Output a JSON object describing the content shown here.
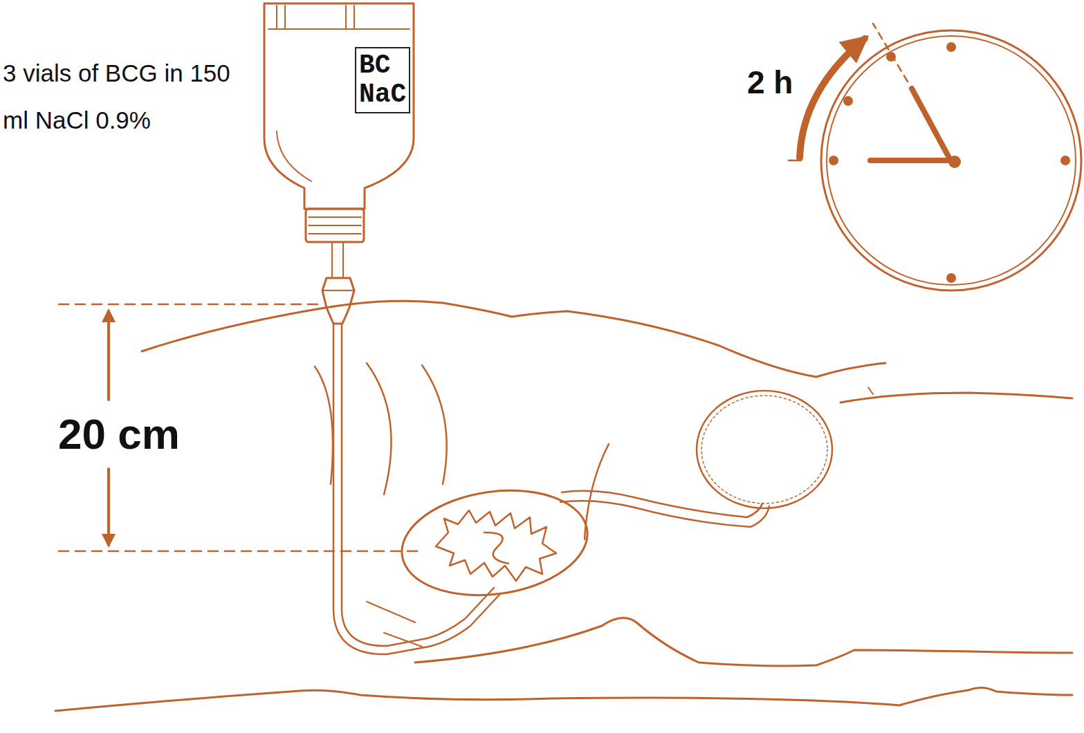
{
  "diagram": {
    "nodes": [
      {
        "text": [
          "BC NaC"
        ]
      }
    ],
    "labels": [
      "3 vials of BCG in 150 ml NaCl 0.9%",
      "2 h",
      "20 cm"
    ]
  }
}
